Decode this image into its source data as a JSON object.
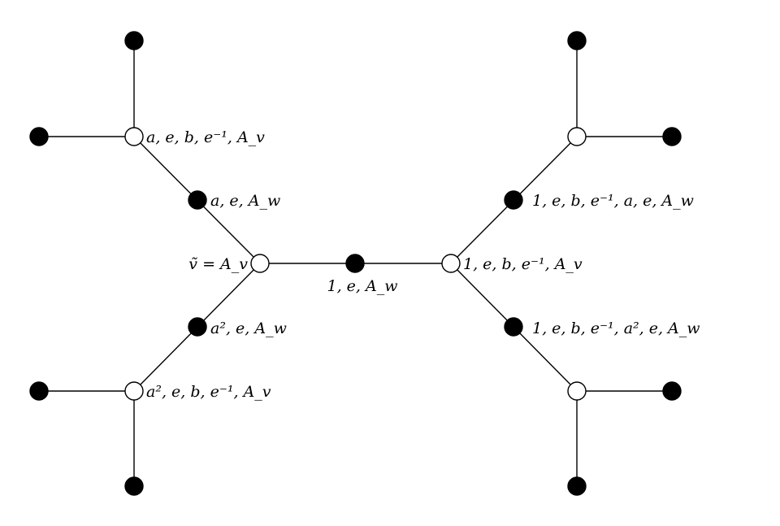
{
  "colors": {
    "line": "#000000",
    "filled_node": "#000000",
    "open_node": "#ffffff",
    "background": "#ffffff"
  },
  "labels": {
    "upper_left_vertex": "a, e, b, e⁻¹, A_v",
    "upper_left_edge": "a, e, A_w",
    "center_left_vertex": "ṽ = A_v",
    "center_edge": "1, e, A_w",
    "center_right_vertex": "1, e, b, e⁻¹, A_v",
    "lower_left_edge": "a², e, A_w",
    "lower_left_vertex": "a², e, b, e⁻¹, A_v",
    "upper_right_edge": "1, e, b, e⁻¹, a, e, A_w",
    "lower_right_edge": "1, e, b, e⁻¹, a², e, A_w"
  }
}
